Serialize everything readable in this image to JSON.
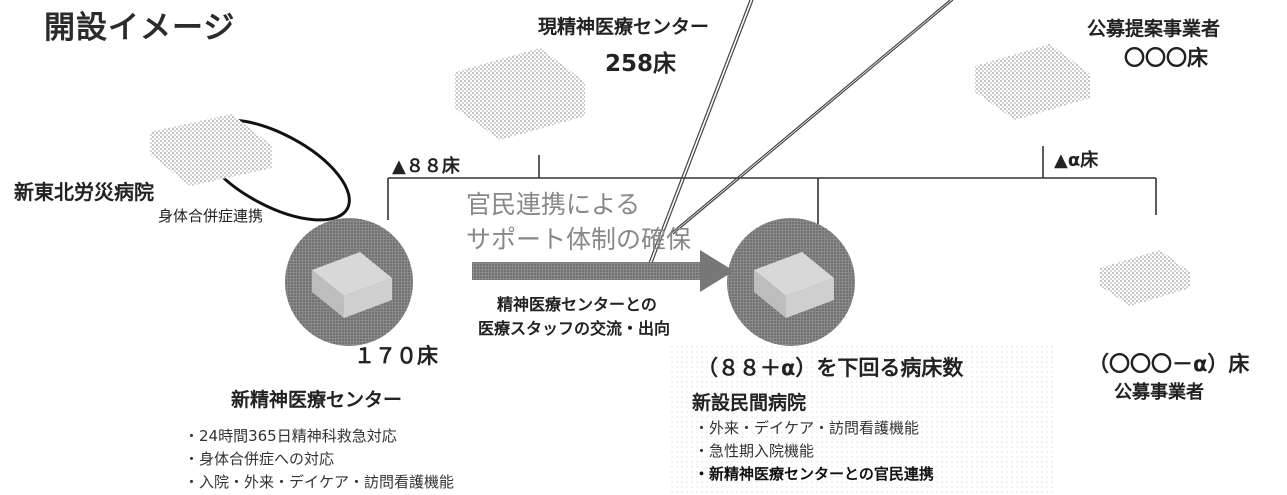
{
  "title": "開設イメージ",
  "current_center": {
    "name": "現精神医療センター",
    "beds": "258床"
  },
  "proposer": {
    "name": "公募提案事業者",
    "beds": "〇〇〇床"
  },
  "reduction_center": "▲８８床",
  "reduction_alpha": "▲α床",
  "tohoku_hospital": "新東北労災病院",
  "comorbidity_link": "身体合併症連携",
  "collaboration": {
    "line1": "官民連携による",
    "line2": "サポート体制の確保"
  },
  "staff_exchange": {
    "line1": "精神医療センターとの",
    "line2": "医療スタッフの交流・出向"
  },
  "new_center": {
    "beds": "１７０床",
    "name": "新精神医療センター",
    "features": [
      "・24時間365日精神科救急対応",
      "・身体合併症への対応",
      "・入院・外来・デイケア・訪問看護機能"
    ]
  },
  "new_private": {
    "beds": "（８８＋α）を下回る病床数",
    "name": "新設民間病院",
    "features": [
      "・外来・デイケア・訪問看護機能",
      "・急性期入院機能",
      "・新精神医療センターとの官民連携"
    ]
  },
  "public_operator": {
    "beds": "（〇〇〇－α）床",
    "name": "公募事業者"
  }
}
